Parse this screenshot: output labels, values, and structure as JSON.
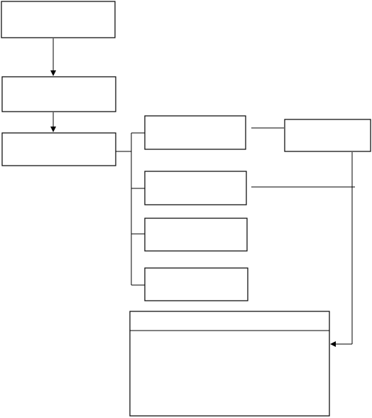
{
  "diagram": {
    "stroke_color": "#000000",
    "fill_color": "#ffffff",
    "boxes": [
      {
        "id": "box-1",
        "label": ""
      },
      {
        "id": "box-2",
        "label": ""
      },
      {
        "id": "box-3",
        "label": ""
      },
      {
        "id": "box-branch-1",
        "label": ""
      },
      {
        "id": "box-branch-2",
        "label": ""
      },
      {
        "id": "box-branch-3",
        "label": ""
      },
      {
        "id": "box-branch-4",
        "label": ""
      },
      {
        "id": "box-side",
        "label": ""
      },
      {
        "id": "box-bottom",
        "label": "",
        "body": ""
      }
    ]
  }
}
